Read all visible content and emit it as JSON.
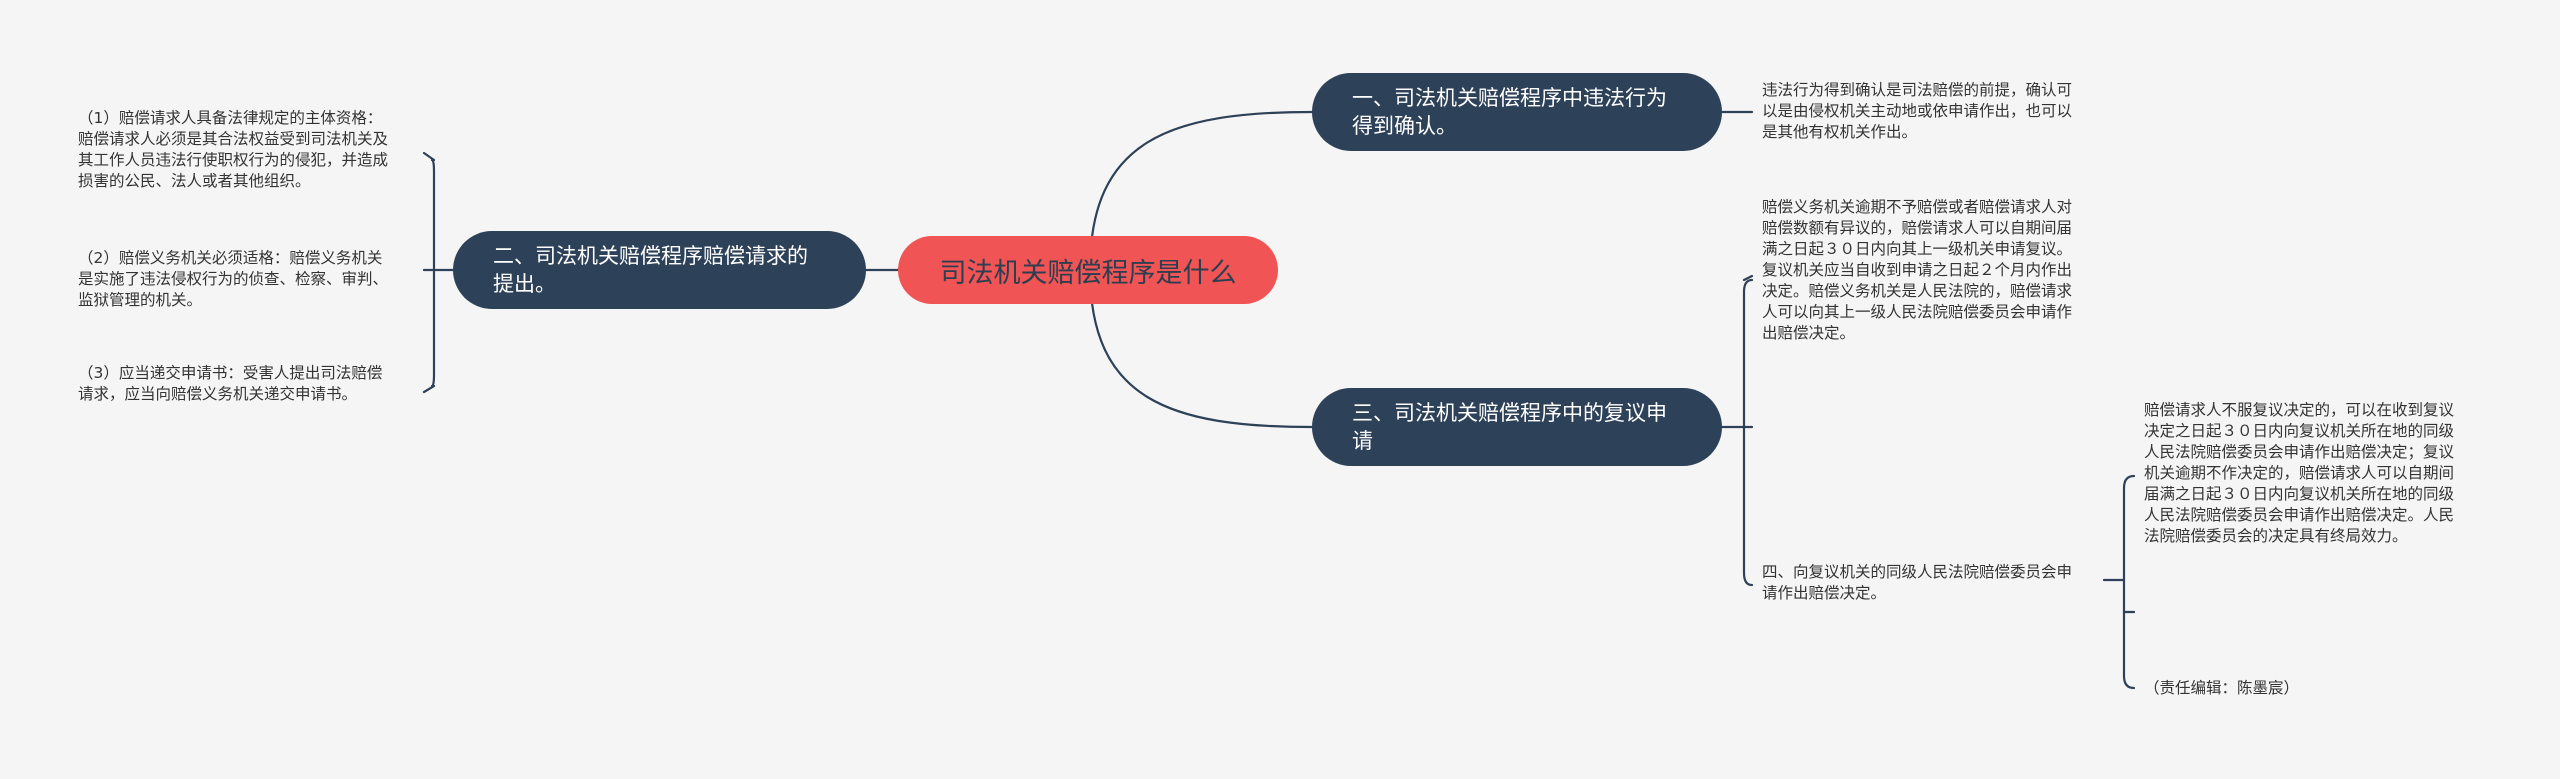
{
  "root": {
    "label": "司法机关赔偿程序是什么"
  },
  "branches": [
    {
      "label": "一、司法机关赔偿程序中违法行为得到确认。"
    },
    {
      "label": "二、司法机关赔偿程序赔偿请求的提出。"
    },
    {
      "label": "三、司法机关赔偿程序中的复议申请"
    }
  ],
  "leaves": {
    "b1": "违法行为得到确认是司法赔偿的前提，确认可\n以是由侵权机关主动地或依申请作出，也可以\n是其他有权机关作出。",
    "b2_1": "（1）赔偿请求人具备法律规定的主体资格：\n赔偿请求人必须是其合法权益受到司法机关及\n其工作人员违法行使职权行为的侵犯，并造成\n损害的公民、法人或者其他组织。",
    "b2_2": "（2）赔偿义务机关必须适格：赔偿义务机关\n是实施了违法侵权行为的侦查、检察、审判、\n监狱管理的机关。",
    "b2_3": "（3）应当递交申请书：受害人提出司法赔偿\n请求，应当向赔偿义务机关递交申请书。",
    "b3_1": "赔偿义务机关逾期不予赔偿或者赔偿请求人对\n赔偿数额有异议的，赔偿请求人可以自期间届\n满之日起３０日内向其上一级机关申请复议。\n复议机关应当自收到申请之日起２个月内作出\n决定。赔偿义务机关是人民法院的，赔偿请求\n人可以向其上一级人民法院赔偿委员会申请作\n出赔偿决定。",
    "b3_2": "四、向复议机关的同级人民法院赔偿委员会申\n请作出赔偿决定。",
    "b3_2_1": "赔偿请求人不服复议决定的，可以在收到复议\n决定之日起３０日内向复议机关所在地的同级\n人民法院赔偿委员会申请作出赔偿决定；复议\n机关逾期不作决定的，赔偿请求人可以自期间\n届满之日起３０日内向复议机关所在地的同级\n人民法院赔偿委员会申请作出赔偿决定。人民\n法院赔偿委员会的决定具有终局效力。",
    "b3_2_3": "（责任编辑：陈墨宸）"
  },
  "colors": {
    "root": "#f05454",
    "branch": "#2d4158",
    "line": "#2d4158",
    "background": "#f5f5f5"
  }
}
